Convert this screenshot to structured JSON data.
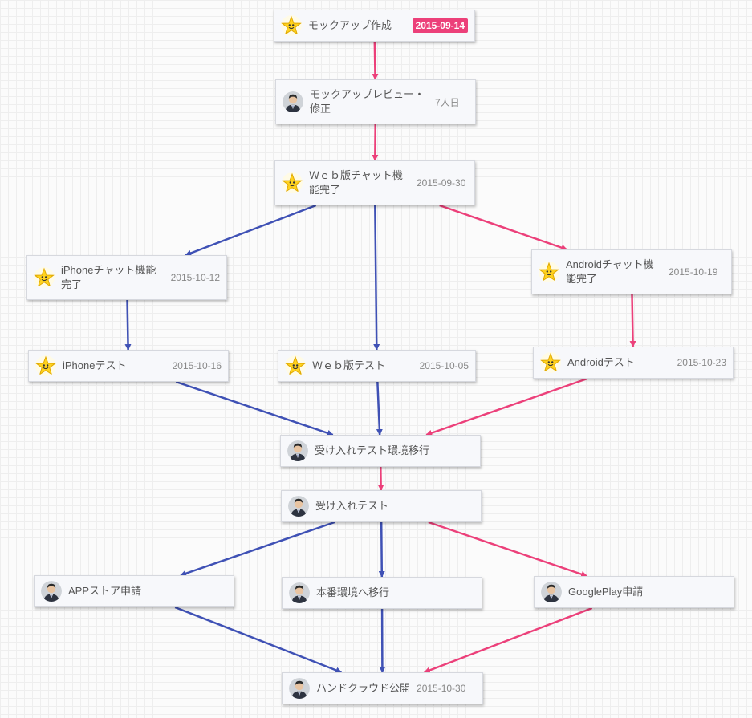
{
  "colors": {
    "blue": "#3f51b5",
    "pink": "#ec407a"
  },
  "nodes": {
    "n1": {
      "label": "モックアップ作成",
      "meta": "2015-09-14",
      "icon": "star-icon"
    },
    "n2": {
      "label": "モックアップレビュー・修正",
      "meta": "7人日",
      "icon": "avatar-icon"
    },
    "n3": {
      "label": "Ｗｅｂ版チャット機能完了",
      "meta": "2015-09-30",
      "icon": "star-icon"
    },
    "n4": {
      "label": "iPhoneチャット機能完了",
      "meta": "2015-10-12",
      "icon": "star-icon"
    },
    "n5": {
      "label": "Androidチャット機能完了",
      "meta": "2015-10-19",
      "icon": "star-icon"
    },
    "n6": {
      "label": "iPhoneテスト",
      "meta": "2015-10-16",
      "icon": "star-icon"
    },
    "n7": {
      "label": "Ｗｅｂ版テスト",
      "meta": "2015-10-05",
      "icon": "star-icon"
    },
    "n8": {
      "label": "Androidテスト",
      "meta": "2015-10-23",
      "icon": "star-icon"
    },
    "n9": {
      "label": "受け入れテスト環境移行",
      "meta": "",
      "icon": "avatar-icon"
    },
    "n10": {
      "label": "受け入れテスト",
      "meta": "",
      "icon": "avatar-icon"
    },
    "n11": {
      "label": "APPストア申請",
      "meta": "",
      "icon": "avatar-icon"
    },
    "n12": {
      "label": "本番環境へ移行",
      "meta": "",
      "icon": "avatar-icon"
    },
    "n13": {
      "label": "GooglePlay申請",
      "meta": "",
      "icon": "avatar-icon"
    },
    "n14": {
      "label": "ハンドクラウド公開",
      "meta": "2015-10-30",
      "icon": "avatar-icon"
    }
  },
  "edges": [
    {
      "from": "n1",
      "to": "n2",
      "color": "pink"
    },
    {
      "from": "n2",
      "to": "n3",
      "color": "pink"
    },
    {
      "from": "n3",
      "to": "n4",
      "color": "blue"
    },
    {
      "from": "n3",
      "to": "n7",
      "color": "blue"
    },
    {
      "from": "n3",
      "to": "n5",
      "color": "pink"
    },
    {
      "from": "n4",
      "to": "n6",
      "color": "blue"
    },
    {
      "from": "n5",
      "to": "n8",
      "color": "pink"
    },
    {
      "from": "n6",
      "to": "n9",
      "color": "blue"
    },
    {
      "from": "n7",
      "to": "n9",
      "color": "blue"
    },
    {
      "from": "n8",
      "to": "n9",
      "color": "pink"
    },
    {
      "from": "n9",
      "to": "n10",
      "color": "pink"
    },
    {
      "from": "n10",
      "to": "n11",
      "color": "blue"
    },
    {
      "from": "n10",
      "to": "n12",
      "color": "blue"
    },
    {
      "from": "n10",
      "to": "n13",
      "color": "pink"
    },
    {
      "from": "n11",
      "to": "n14",
      "color": "blue"
    },
    {
      "from": "n12",
      "to": "n14",
      "color": "blue"
    },
    {
      "from": "n13",
      "to": "n14",
      "color": "pink"
    }
  ]
}
